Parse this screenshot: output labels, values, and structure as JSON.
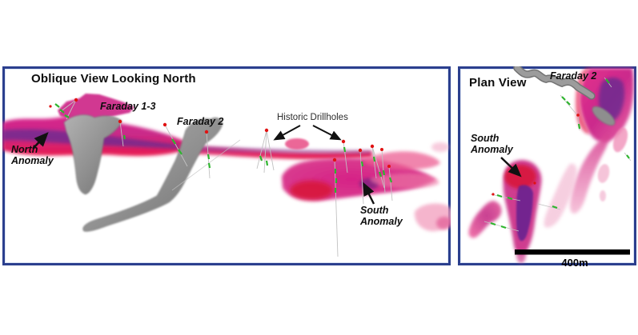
{
  "figure": {
    "left_panel": {
      "title": "Oblique View Looking North",
      "labels": {
        "faraday_1_3": "Faraday 1-3",
        "faraday_2": "Faraday 2",
        "historic_drillholes": "Historic Drillholes",
        "north_anomaly": [
          "North",
          "Anomaly"
        ],
        "south_anomaly": [
          "South",
          "Anomaly"
        ]
      }
    },
    "right_panel": {
      "title": "Plan View",
      "labels": {
        "faraday_2": "Faraday 2",
        "south_anomaly": [
          "South",
          "Anomaly"
        ]
      },
      "scale_bar": {
        "label": "400m"
      }
    },
    "colors": {
      "anomaly_high": "#e8194f",
      "anomaly_mid": "#cf2d8c",
      "anomaly_core": "#6e2b90",
      "anomaly_hot": "#d8163a",
      "intrusion_gray": "#979797",
      "drillhole_collar": "#e01212",
      "drillhole_interval": "#2eb52e",
      "panel_border": "#2b3f8e"
    }
  }
}
